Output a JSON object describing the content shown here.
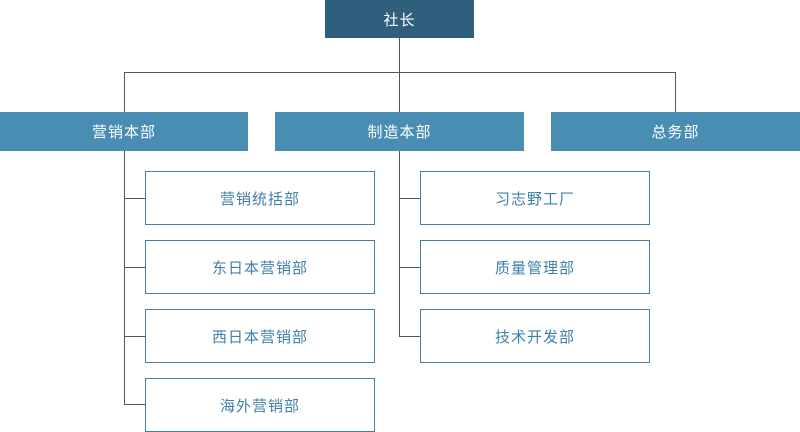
{
  "org": {
    "top": "社长",
    "divisions": [
      {
        "name": "营销本部",
        "departments": [
          "营销统括部",
          "东日本营销部",
          "西日本营销部",
          "海外营销部"
        ]
      },
      {
        "name": "制造本部",
        "departments": [
          "习志野工厂",
          "质量管理部",
          "技术开发部"
        ]
      },
      {
        "name": "总务部",
        "departments": []
      }
    ]
  },
  "colors": {
    "top_box": "#2f5f7d",
    "division_box": "#4a8db3",
    "department_border": "#3f7fa6",
    "connector": "#555555"
  }
}
